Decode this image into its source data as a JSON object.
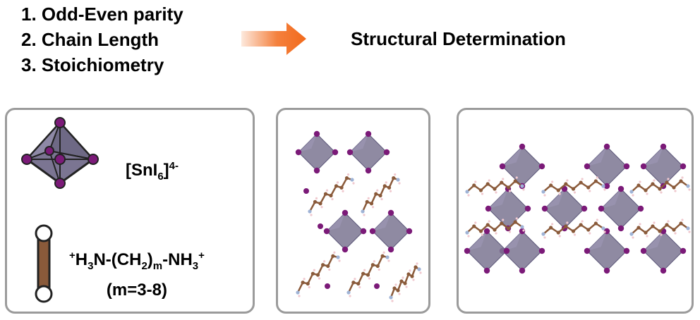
{
  "factors": [
    "1. Odd-Even parity",
    "2. Chain Length",
    "3. Stoichiometry"
  ],
  "goal": "Structural Determination",
  "legend": {
    "octahedron_label": {
      "prefix": "[SnI",
      "sub": "6",
      "suffix": "]",
      "sup": "4-"
    },
    "cation_label": {
      "line1": [
        "+",
        "H",
        "3",
        "N-(CH",
        "2",
        ")",
        "m",
        "-NH",
        "3",
        "+"
      ],
      "line2": "(m=3-8)"
    }
  },
  "colors": {
    "arrow": "#f26a1b",
    "octahedron_fill": "#7b7592",
    "iodine": "#7b1a78",
    "carbon_chain": "#8a5a3a",
    "nitrogen": "#9fb3d6",
    "panel_border": "#9b9b9b"
  }
}
